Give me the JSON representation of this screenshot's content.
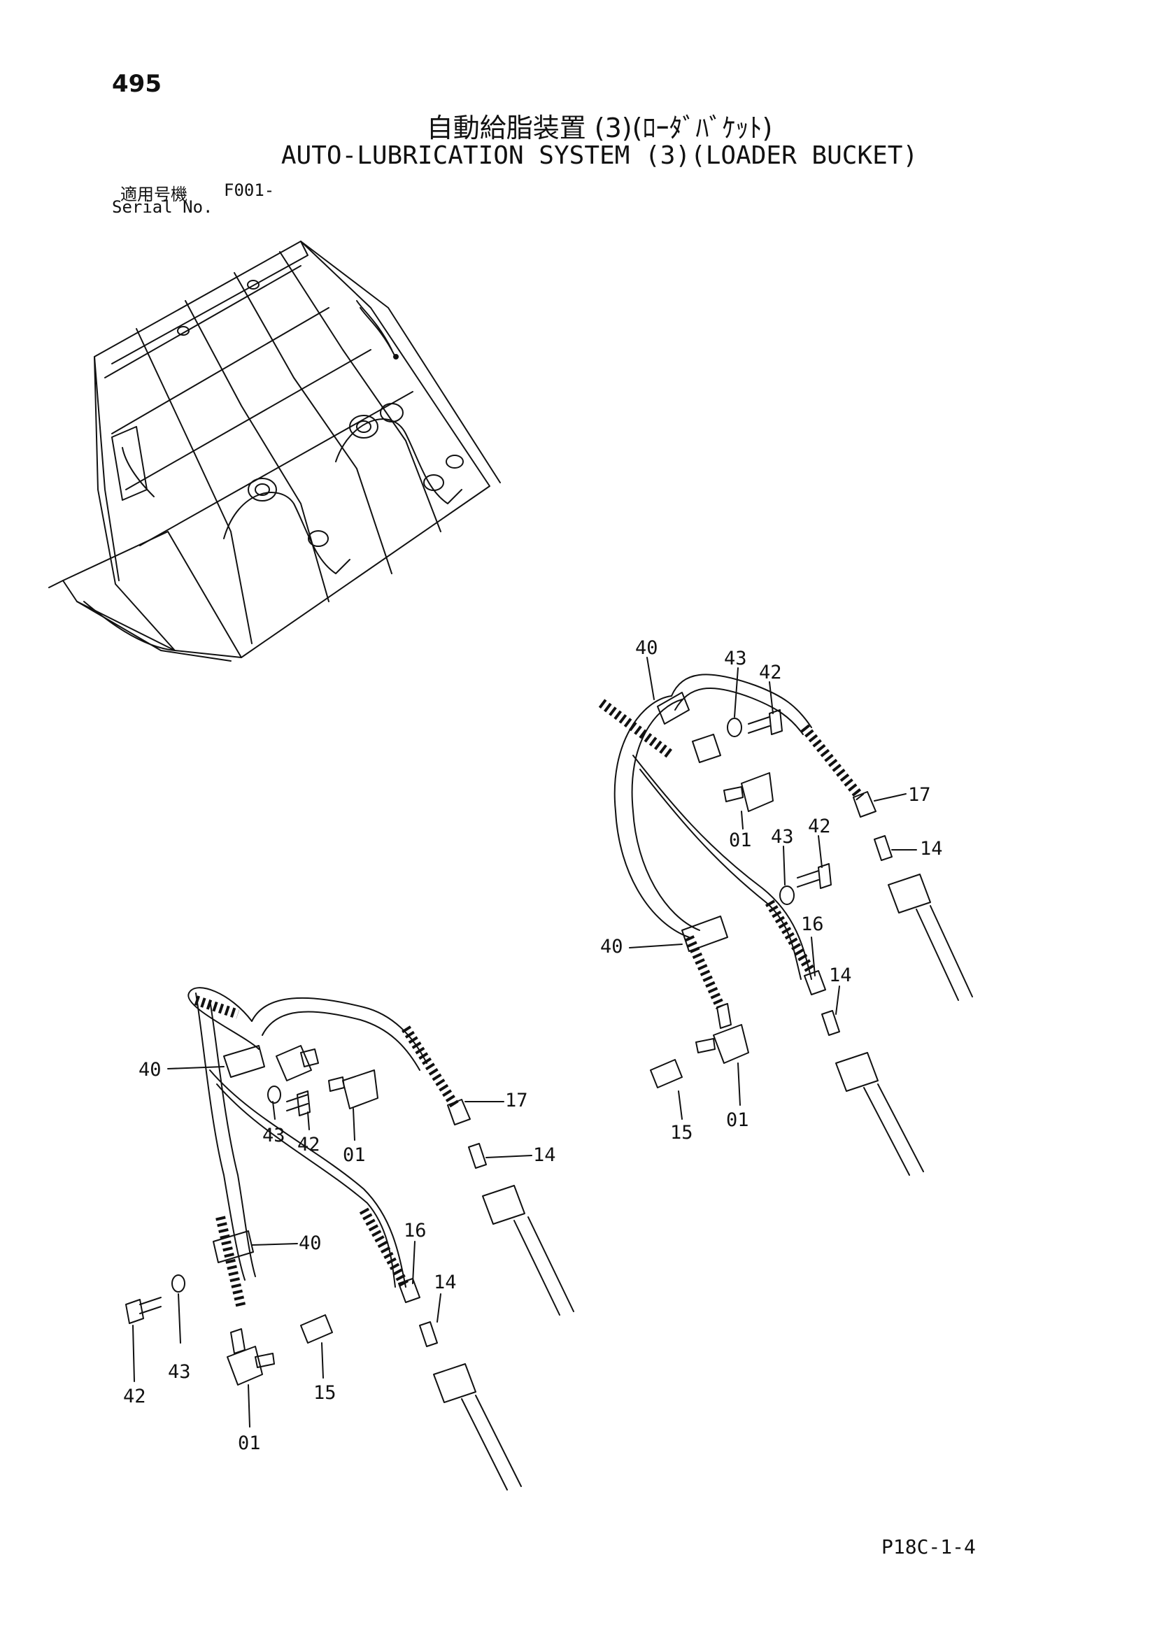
{
  "header": {
    "page_number": "495",
    "title_ja": "自動給脂装置 (3)(ﾛｰﾀﾞﾊﾞｹｯﾄ)",
    "title_en": "AUTO-LUBRICATION SYSTEM (3)(LOADER BUCKET)",
    "serial_label_ja": "適用号機",
    "serial_value": "F001-",
    "serial_label_en": "Serial No."
  },
  "footer": {
    "page_code": "P18C-1-4"
  },
  "callouts_right": {
    "c40a": "40",
    "c43a": "43",
    "c42a": "42",
    "c17": "17",
    "c01a": "01",
    "c42b": "42",
    "c43b": "43",
    "c14a": "14",
    "c16": "16",
    "c40b": "40",
    "c14b": "14",
    "c15": "15",
    "c01b": "01"
  },
  "callouts_left": {
    "c40a": "40",
    "c17": "17",
    "c43a": "43",
    "c42a": "42",
    "c01a": "01",
    "c14a": "14",
    "c16": "16",
    "c40b": "40",
    "c14b": "14",
    "c42b": "42",
    "c43b": "43",
    "c15": "15",
    "c01b": "01"
  }
}
